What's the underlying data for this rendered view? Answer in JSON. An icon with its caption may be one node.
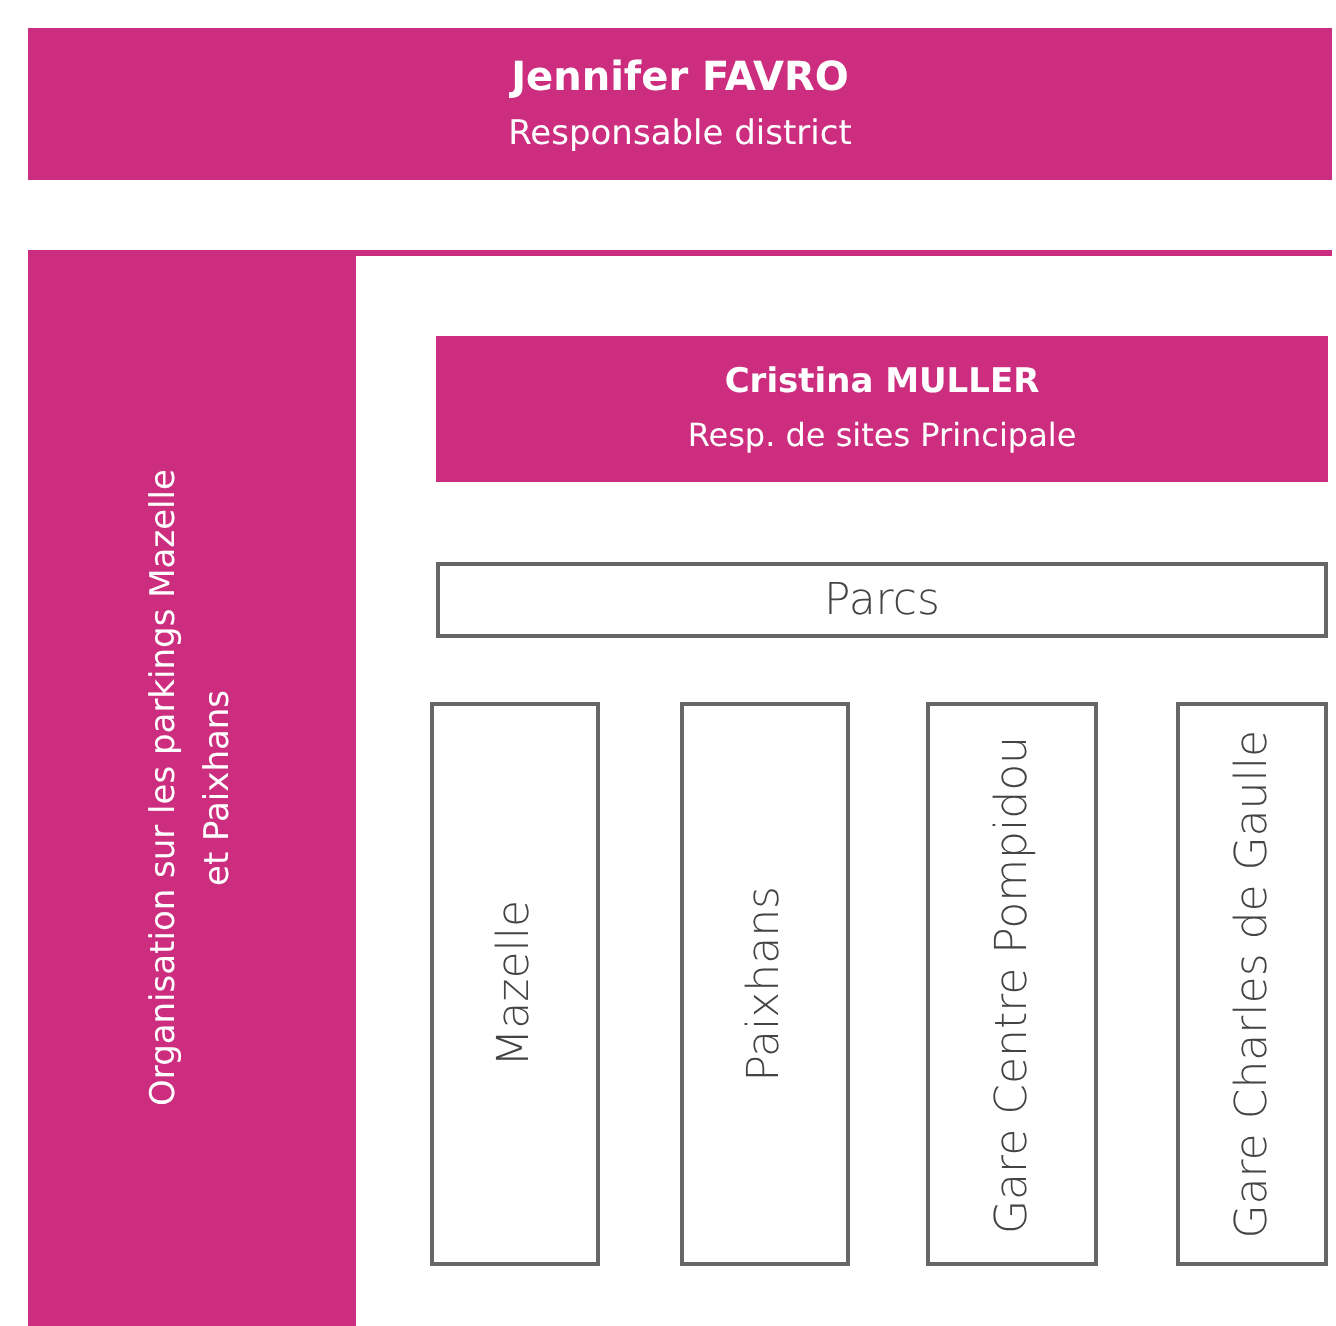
{
  "diagram": {
    "nodes": [
      {
        "text": [
          "Jennifer FAVRO",
          "Responsable district"
        ]
      },
      {
        "text": [
          "Organisation sur les parkings Mazelle et Paixhans"
        ]
      },
      {
        "text": [
          "Cristina MULLER",
          "Resp. de sites Principale"
        ],
        "in": 1
      },
      {
        "text": [
          "Parcs"
        ],
        "in": 1
      },
      {
        "text": [
          "Mazelle"
        ],
        "in": 1
      },
      {
        "text": [
          "Paixhans"
        ],
        "in": 1
      },
      {
        "text": [
          "Gare Centre Pompidou"
        ],
        "in": 1
      },
      {
        "text": [
          "Gare Charles de Gaulle"
        ],
        "in": 1
      }
    ]
  }
}
